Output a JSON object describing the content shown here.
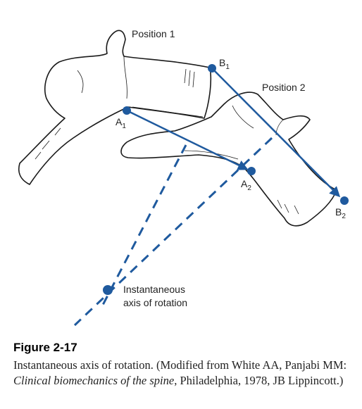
{
  "figure": {
    "labels": {
      "position1": "Position 1",
      "position2": "Position 2",
      "b1": "B",
      "b1_sub": "1",
      "a1": "A",
      "a1_sub": "1",
      "a2": "A",
      "a2_sub": "2",
      "b2": "B",
      "b2_sub": "2",
      "axis_line1": "Instantaneous",
      "axis_line2": "axis of rotation"
    },
    "colors": {
      "vector": "#1f5a9e",
      "outline": "#1a1a1a"
    }
  },
  "caption": {
    "title": "Figure 2-17",
    "text_before": "Instantaneous axis of rotation. (Modified from White AA, Panjabi MM: ",
    "text_italic": "Clinical biomechanics of the spine",
    "text_after": ", Philadelphia, 1978, JB Lippincott.)"
  }
}
